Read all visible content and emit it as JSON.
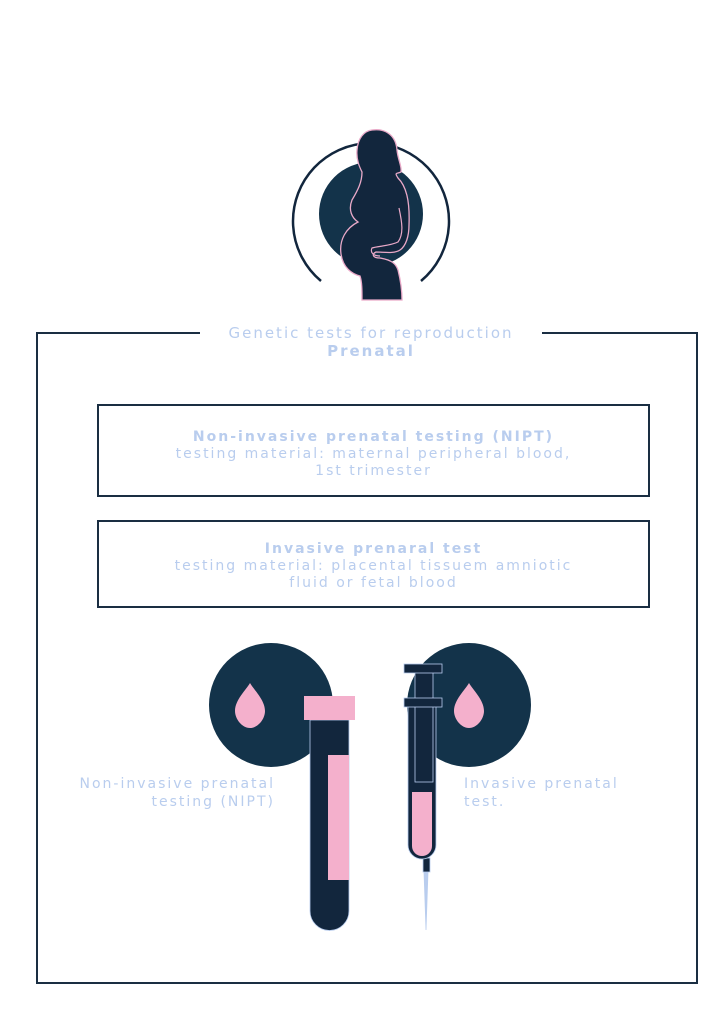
{
  "header": {
    "title": "Genetic tests for reproduction",
    "subtitle": "Prenatal"
  },
  "tests": [
    {
      "title": "Non-invasive prenatal testing (NIPT)",
      "line1": "testing material: maternal peripheral blood,",
      "line2": "1st trimester"
    },
    {
      "title": "Invasive prenaral test",
      "line1": "testing material: placental tissuem amniotic",
      "line2": "fluid or fetal blood"
    }
  ],
  "illustrations": {
    "left_label": {
      "line1": "Non-invasive prenatal",
      "line2": "testing (NIPT)"
    },
    "right_label": {
      "line1": "Invasive prenatal",
      "line2": "test."
    }
  },
  "colors": {
    "navy": "#13334a",
    "dark": "#12263d",
    "pink": "#f4b0cc",
    "text": "#b9cdee"
  }
}
